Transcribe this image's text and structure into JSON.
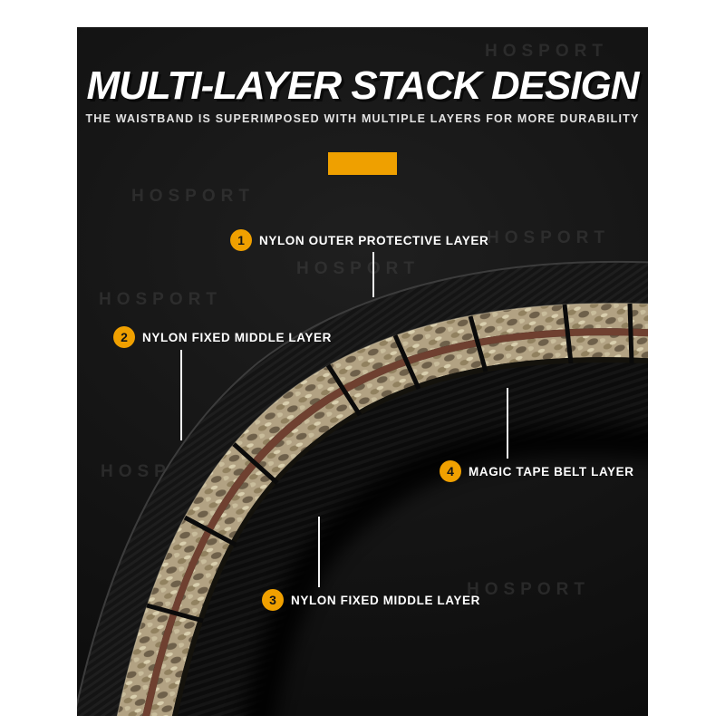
{
  "header": {
    "title": "MULTI-LAYER STACK DESIGN",
    "subtitle": "THE WAISTBAND IS SUPERIMPOSED WITH MULTIPLE LAYERS FOR MORE DURABILITY"
  },
  "watermark": {
    "text": "HOSPORT"
  },
  "callouts": [
    {
      "number": "1",
      "label": "NYLON OUTER PROTECTIVE LAYER"
    },
    {
      "number": "2",
      "label": "NYLON FIXED MIDDLE LAYER"
    },
    {
      "number": "3",
      "label": "NYLON FIXED MIDDLE LAYER"
    },
    {
      "number": "4",
      "label": "MAGIC TAPE BELT LAYER"
    }
  ],
  "colors": {
    "accent_orange": "#EFA000",
    "badge_orange": "#F0A000",
    "panel_background": "#121212",
    "label_text": "#FFFFFF"
  }
}
